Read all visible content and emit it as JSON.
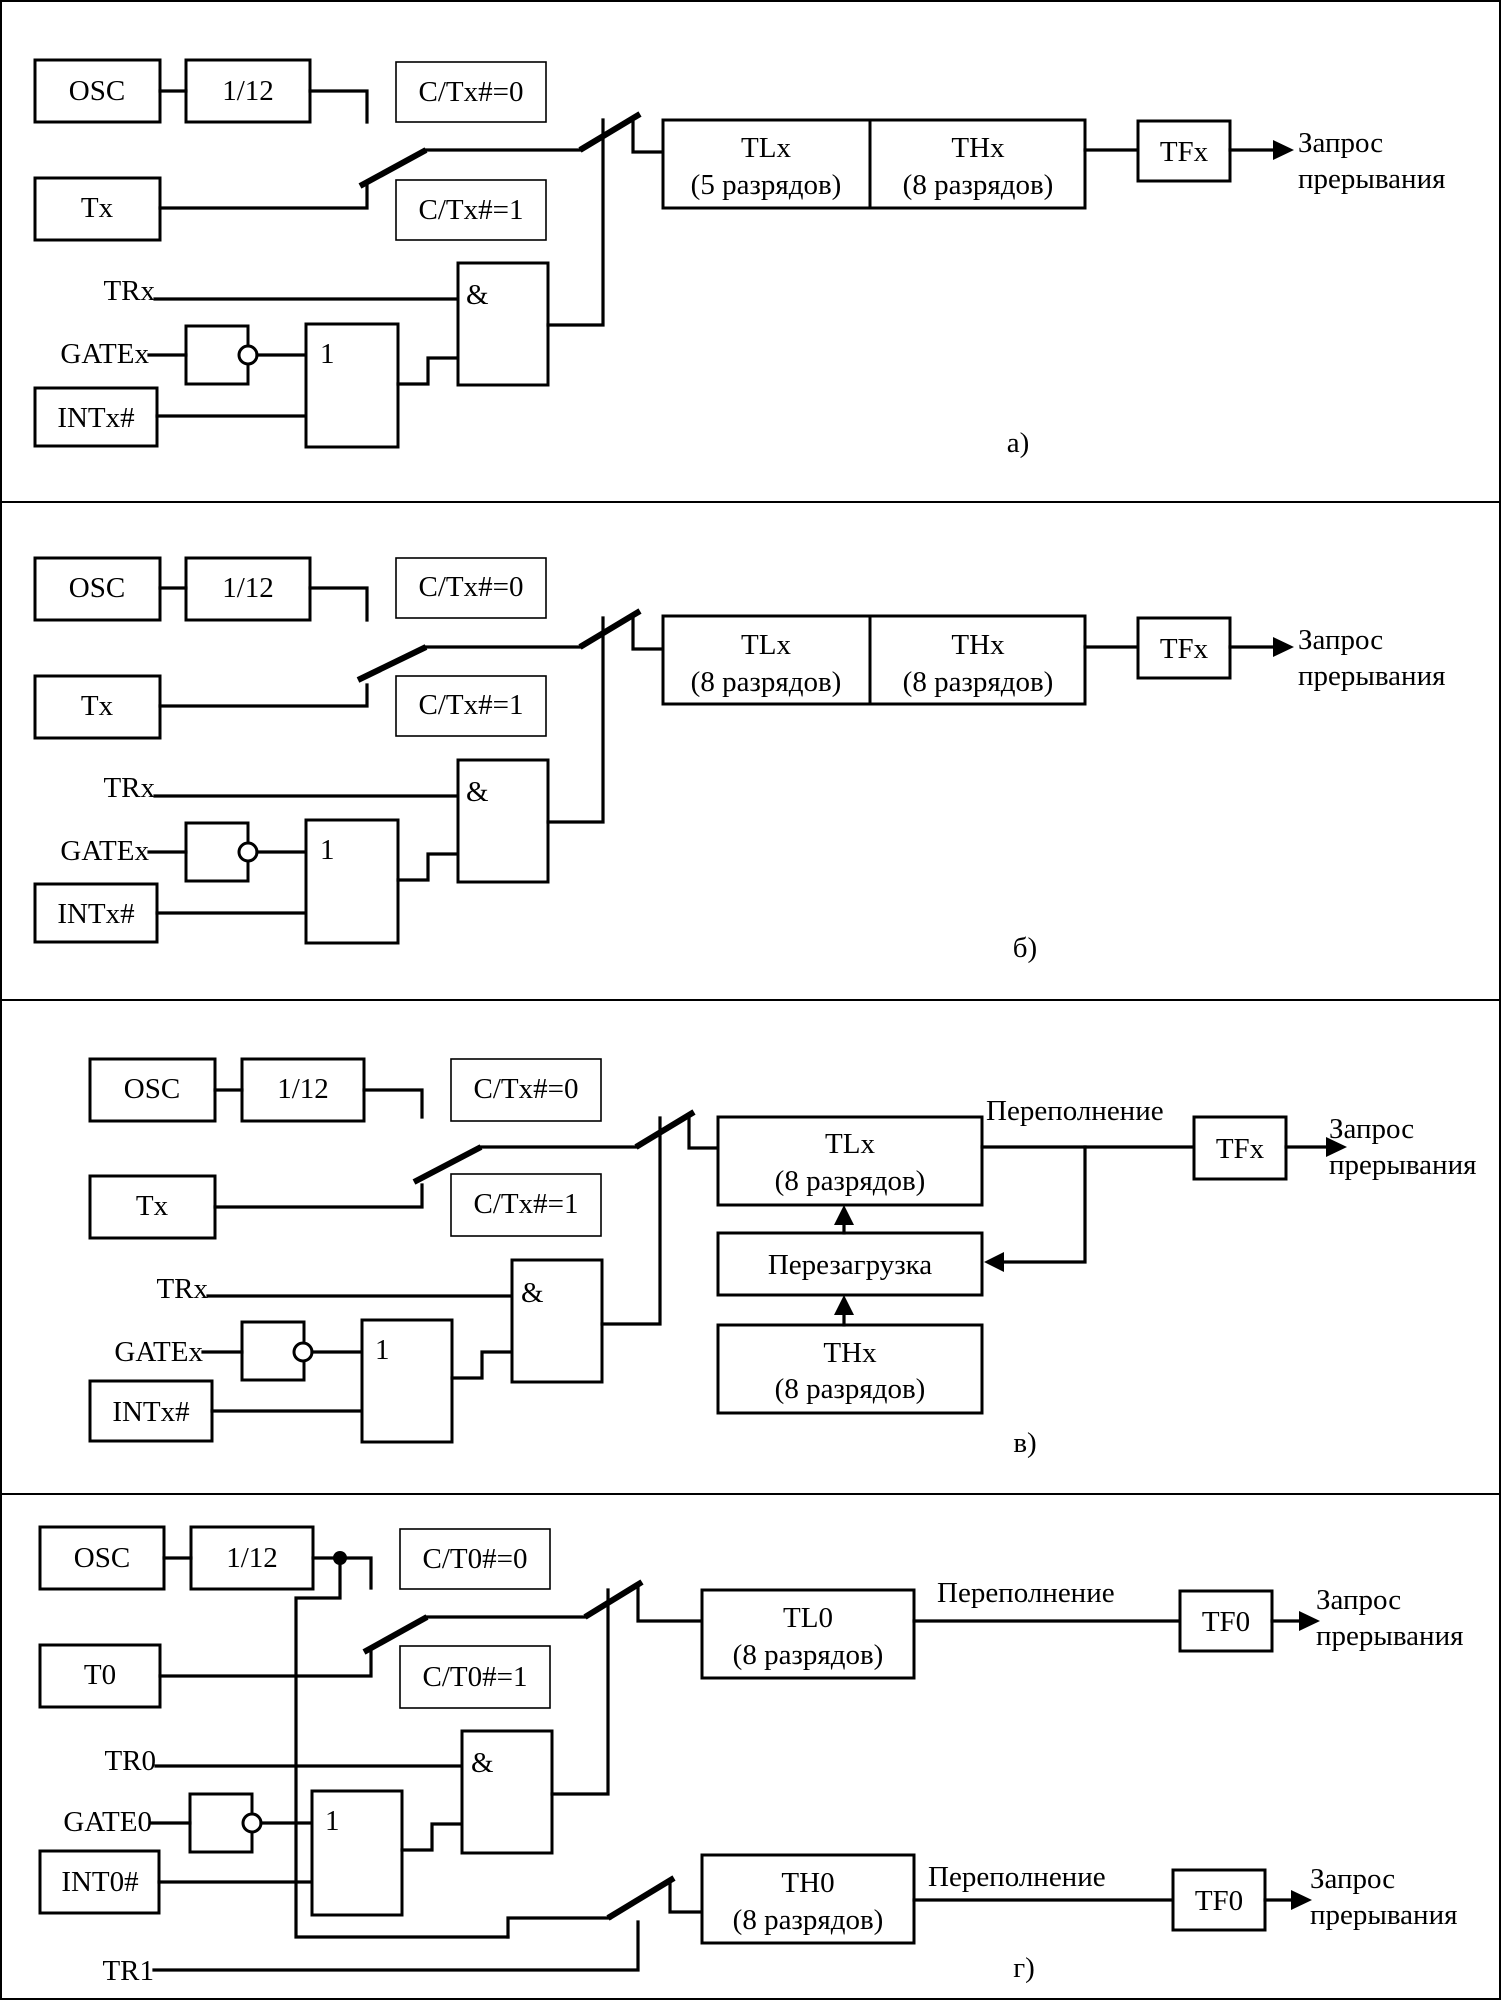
{
  "panels": [
    {
      "id": "a",
      "osc": "OSC",
      "div": "1/12",
      "ct0": "C/Tx#=0",
      "ct1": "C/Tx#=1",
      "t_input": "Tx",
      "tr": "TRx",
      "gate": "GATEx",
      "int": "INTx#",
      "and_sym": "&",
      "or_sym": "1",
      "low_name": "TLx",
      "low_bits": "(5 разрядов)",
      "high_name": "THx",
      "high_bits": "(8 разрядов)",
      "flag": "TFx",
      "req1": "Запрос",
      "req2": "прерывания",
      "label": "а)"
    },
    {
      "id": "b",
      "osc": "OSC",
      "div": "1/12",
      "ct0": "C/Tx#=0",
      "ct1": "C/Tx#=1",
      "t_input": "Tx",
      "tr": "TRx",
      "gate": "GATEx",
      "int": "INTx#",
      "and_sym": "&",
      "or_sym": "1",
      "low_name": "TLx",
      "low_bits": "(8 разрядов)",
      "high_name": "THx",
      "high_bits": "(8 разрядов)",
      "flag": "TFx",
      "req1": "Запрос",
      "req2": "прерывания",
      "label": "б)"
    },
    {
      "id": "c",
      "osc": "OSC",
      "div": "1/12",
      "ct0": "C/Tx#=0",
      "ct1": "C/Tx#=1",
      "t_input": "Tx",
      "tr": "TRx",
      "gate": "GATEx",
      "int": "INTx#",
      "and_sym": "&",
      "or_sym": "1",
      "low_name": "TLx",
      "low_bits": "(8 разрядов)",
      "reload": "Перезагрузка",
      "high_name": "THx",
      "high_bits": "(8 разрядов)",
      "overflow": "Переполнение",
      "flag": "TFx",
      "req1": "Запрос",
      "req2": "прерывания",
      "label": "в)"
    },
    {
      "id": "d",
      "osc": "OSC",
      "div": "1/12",
      "ct0": "C/T0#=0",
      "ct1": "C/T0#=1",
      "t_input": "T0",
      "tr": "TR0",
      "gate": "GATE0",
      "int": "INT0#",
      "and_sym": "&",
      "or_sym": "1",
      "low_name": "TL0",
      "low_bits": "(8 разрядов)",
      "high_name": "TH0",
      "high_bits": "(8 разрядов)",
      "overflow1": "Переполнение",
      "overflow2": "Переполнение",
      "flag1": "TF0",
      "flag2": "TF0",
      "req1": "Запрос",
      "req2": "прерывания",
      "req3": "Запрос",
      "req4": "прерывания",
      "tr1": "TR1",
      "label": "г)"
    }
  ]
}
